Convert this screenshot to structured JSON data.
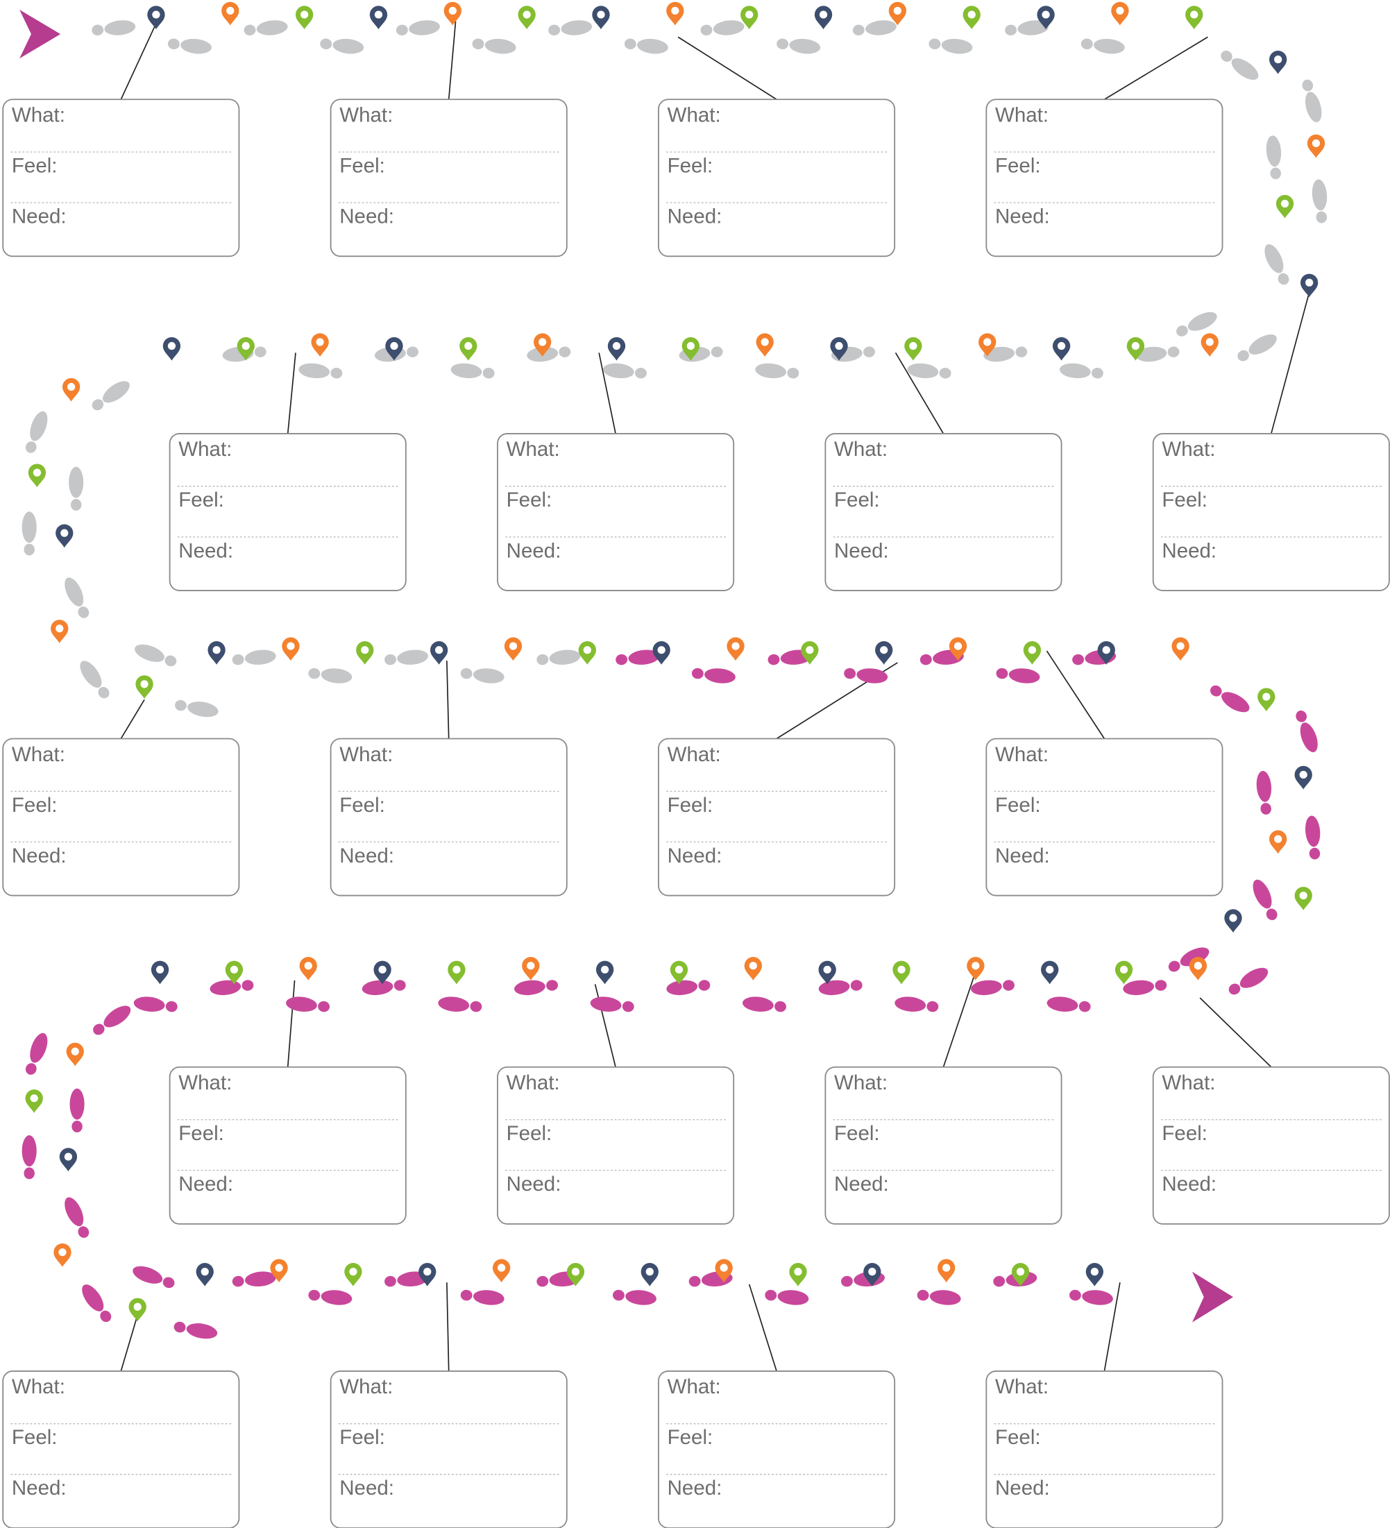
{
  "colors": {
    "start_footprints": "#c4c6c8",
    "end_footprints": "#c9479a",
    "arrow": "#b53c8e",
    "pin_navy": "#3d4e6e",
    "pin_orange": "#f4812e",
    "pin_green": "#84bd2f",
    "card_border": "#8a8a8a",
    "connector": "#222222",
    "label_text": "#6d6d6d"
  },
  "icons": {
    "start": "start-arrow-icon",
    "end": "end-arrow-icon",
    "footprint": "footprint-icon",
    "pin": "map-pin-icon"
  },
  "card_fields": [
    "What:",
    "Feel:",
    "Need:"
  ],
  "stage_count": 20
}
